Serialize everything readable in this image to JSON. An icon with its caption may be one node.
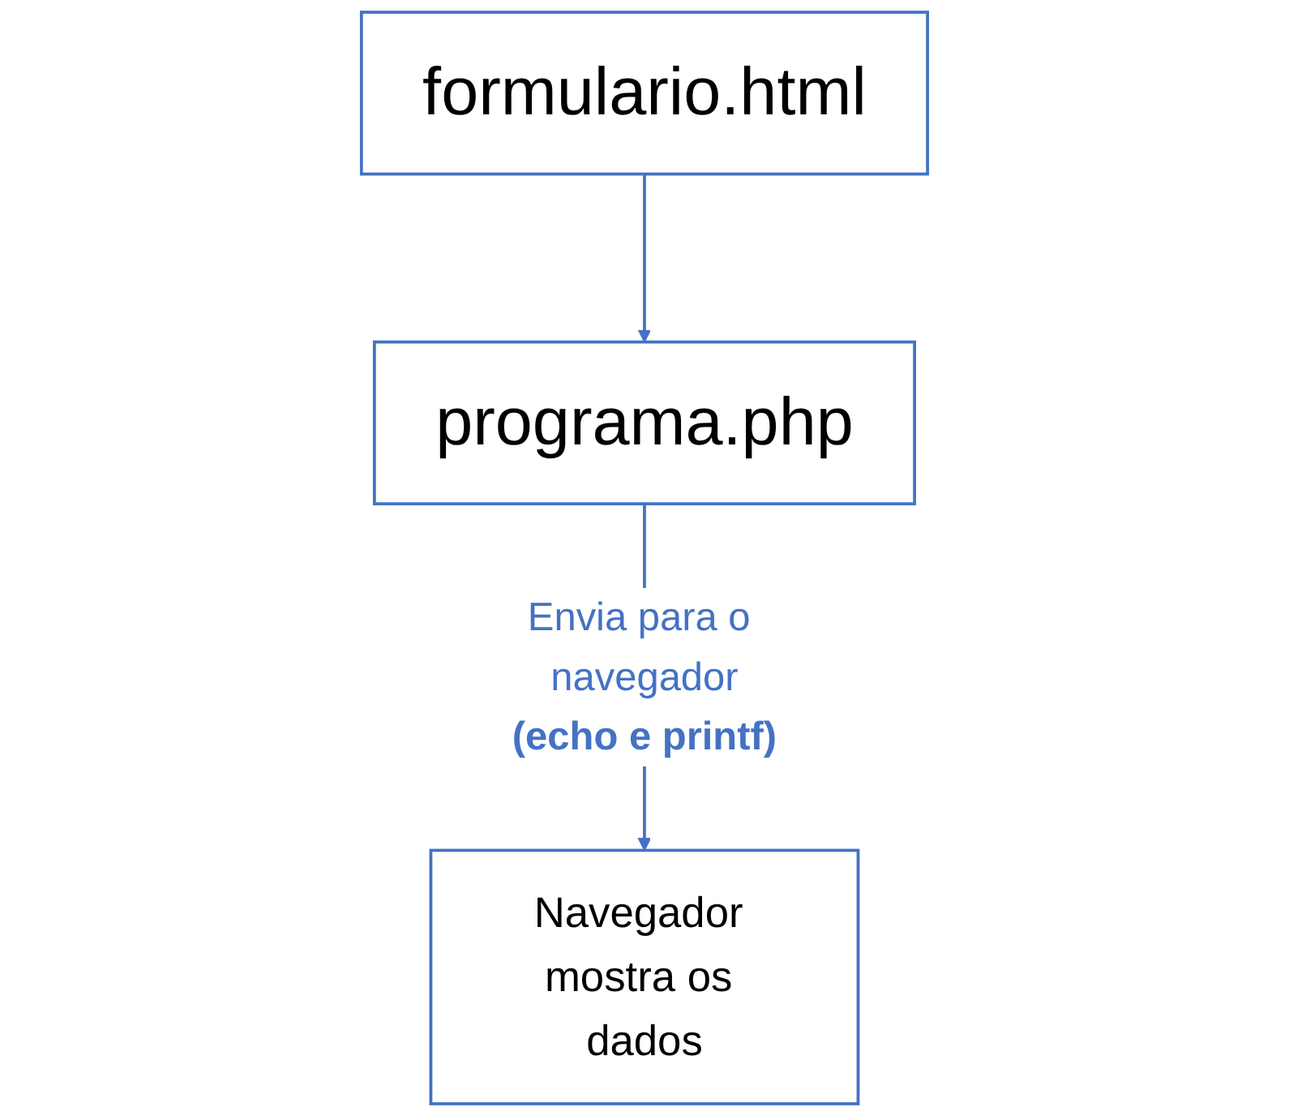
{
  "diagram": {
    "nodes": [
      {
        "text": [
          "formulario.html"
        ]
      },
      {
        "text": [
          "programa.php"
        ]
      },
      {
        "text": [
          "Navegador mostra os dados"
        ]
      }
    ],
    "edges": [
      {
        "from": 0,
        "to": 1,
        "arrow": "to"
      },
      {
        "from": 1,
        "to": 2,
        "arrow": "to",
        "label": "Envia para o navegador **(echo e printf)**"
      }
    ]
  }
}
